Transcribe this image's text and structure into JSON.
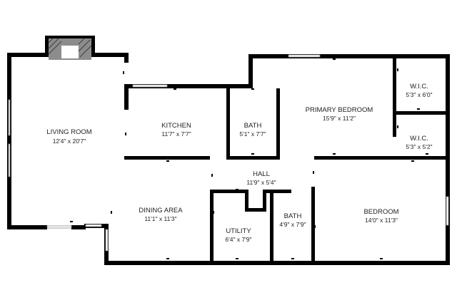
{
  "rooms": {
    "living_room": {
      "name": "LIVING ROOM",
      "dims": "12'4\" x 20'7\""
    },
    "kitchen": {
      "name": "KITCHEN",
      "dims": "11'7\" x 7'7\""
    },
    "bath_upper": {
      "name": "BATH",
      "dims": "5'1\" x 7'7\""
    },
    "primary_bedroom": {
      "name": "PRIMARY BEDROOM",
      "dims": "15'9\" x 11'2\""
    },
    "wic_upper": {
      "name": "W.I.C.",
      "dims": "5'3\" x 6'0\""
    },
    "wic_lower": {
      "name": "W.I.C.",
      "dims": "5'3\" x 5'2\""
    },
    "hall": {
      "name": "HALL",
      "dims": "11'9\" x 5'4\""
    },
    "dining_area": {
      "name": "DINING AREA",
      "dims": "11'1\" x 11'3\""
    },
    "utility": {
      "name": "UTILITY",
      "dims": "6'4\" x 7'9\""
    },
    "bath_lower": {
      "name": "BATH",
      "dims": "4'9\" x 7'9\""
    },
    "bedroom": {
      "name": "BEDROOM",
      "dims": "14'0\" x 11'3\""
    }
  },
  "colors": {
    "wall": "#000000",
    "text": "#222222",
    "fireplace": "#8c8c8c"
  }
}
